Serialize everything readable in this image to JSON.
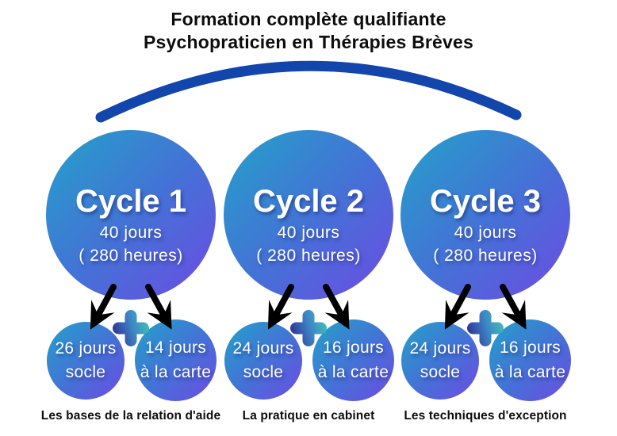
{
  "header": {
    "line1": "Formation complète qualifiante",
    "line2": "Psychopraticien en Thérapies Brèves"
  },
  "colors": {
    "arc": "#1346ac",
    "circle_gradient_start": "#23a2c9",
    "circle_gradient_mid": "#4472d6",
    "circle_gradient_end": "#6d4be4",
    "plus_gradient_start": "#2e3192",
    "plus_gradient_mid": "#3e85c6",
    "plus_gradient_end": "#41c0b5",
    "arrow": "#000000",
    "text_dark": "#0d0d0d",
    "circle_text": "#ffffff"
  },
  "cycles": [
    {
      "title": "Cycle 1",
      "days": "40 jours",
      "hours": "( 280 heures)",
      "left_circle": {
        "line1": "26 jours",
        "line2": "socle"
      },
      "right_circle": {
        "line1": "14 jours",
        "line2": "à la carte"
      },
      "caption": "Les bases de la relation d'aide"
    },
    {
      "title": "Cycle 2",
      "days": "40 jours",
      "hours": "( 280 heures)",
      "left_circle": {
        "line1": "24 jours",
        "line2": "socle"
      },
      "right_circle": {
        "line1": "16 jours",
        "line2": "à la carte"
      },
      "caption": "La pratique en cabinet"
    },
    {
      "title": "Cycle 3",
      "days": "40 jours",
      "hours": "( 280 heures)",
      "left_circle": {
        "line1": "24 jours",
        "line2": "socle"
      },
      "right_circle": {
        "line1": "16 jours",
        "line2": "à la carte"
      },
      "caption": "Les techniques d'exception"
    }
  ]
}
